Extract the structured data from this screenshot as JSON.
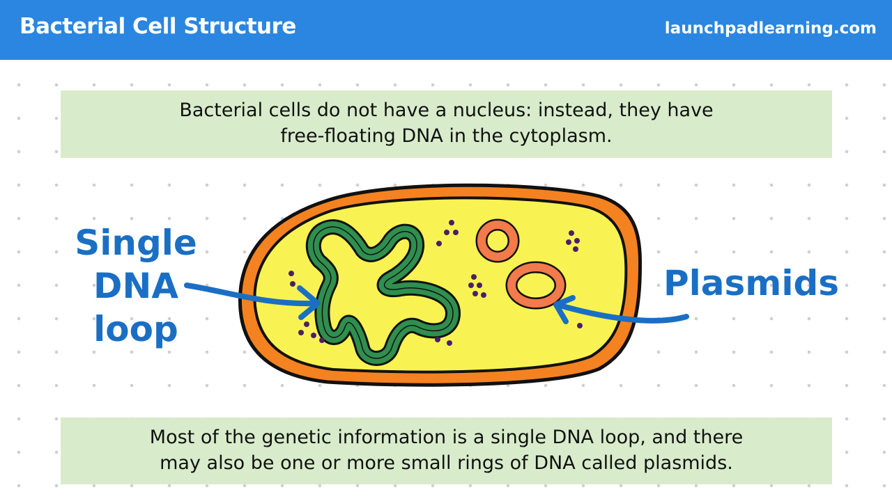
{
  "header": {
    "title": "Bacterial Cell Structure",
    "site": "launchpadlearning.com"
  },
  "notes": {
    "top": {
      "line1": "Bacterial cells do not have a nucleus: instead, they have",
      "line2": "free-floating DNA in the cytoplasm."
    },
    "bottom": {
      "line1": "Most of the genetic information is a single DNA loop, and there",
      "line2": "may also be one or more small rings of DNA called plasmids."
    }
  },
  "labels": {
    "dna_loop": [
      "Single",
      "DNA",
      "loop"
    ],
    "plasmids": "Plasmids"
  },
  "colors": {
    "header": "#2a86e0",
    "note_bg": "#d8eccb",
    "cell_wall": "#f58220",
    "cytoplasm": "#f8f352",
    "dna": "#2f8f4e",
    "plasmid": "#f37a4a",
    "ribosome": "#4a2064",
    "label": "#1a6fc4"
  }
}
